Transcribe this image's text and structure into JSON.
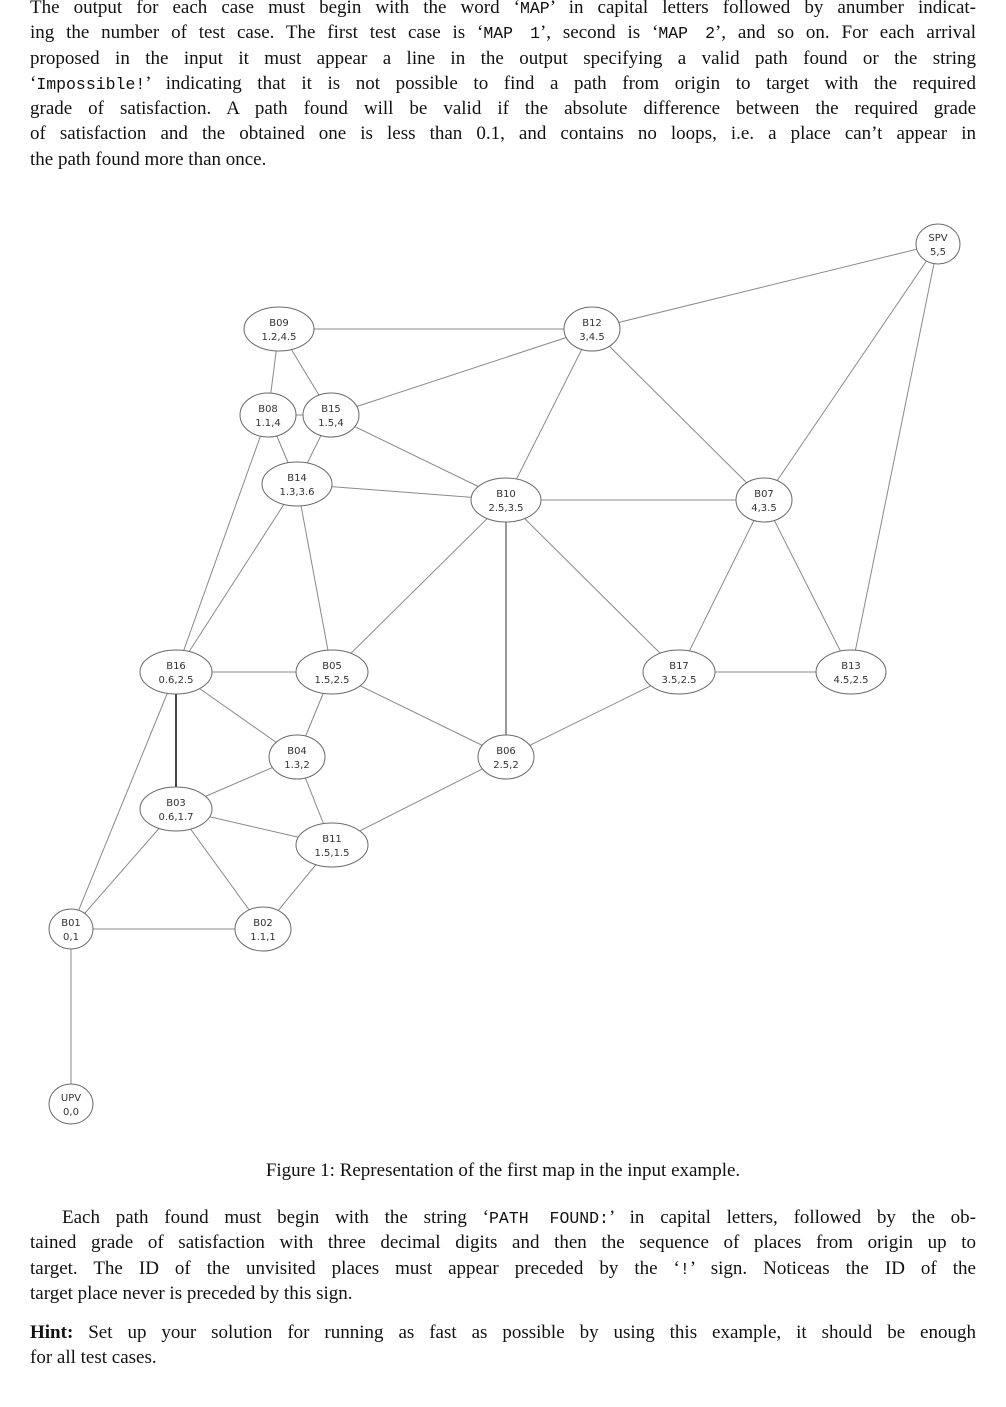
{
  "paragraph1": [
    [
      {
        "t": "The output for each case must begin with the word ‘"
      },
      {
        "t": "MAP",
        "m": true
      },
      {
        "t": "’ in capital letters followed by anumber indicat-"
      }
    ],
    [
      {
        "t": "ing the number of test case. The first test case is ‘"
      },
      {
        "t": "MAP 1",
        "m": true
      },
      {
        "t": "’, second is ‘"
      },
      {
        "t": "MAP 2",
        "m": true
      },
      {
        "t": "’, and so on. For each arrival"
      }
    ],
    [
      {
        "t": "proposed in the input it must appear a line in the output specifying a valid path found or the string"
      }
    ],
    [
      {
        "t": "‘"
      },
      {
        "t": "Impossible!",
        "m": true
      },
      {
        "t": "’ indicating that it is not possible to find a path from origin to target with the required"
      }
    ],
    [
      {
        "t": "grade of satisfaction. A path found will be valid if the absolute difference between the required grade"
      }
    ],
    [
      {
        "t": "of satisfaction and the obtained one is less than 0.1, and contains no loops, i.e. a place can’t appear in"
      }
    ],
    [
      {
        "t": "the path found more than once."
      }
    ]
  ],
  "figure": {
    "caption": "Figure 1: Representation of the first map in the input example.",
    "nodes": [
      {
        "id": "SPV",
        "label": "5,5"
      },
      {
        "id": "B09",
        "label": "1.2,4.5"
      },
      {
        "id": "B12",
        "label": "3,4.5"
      },
      {
        "id": "B08",
        "label": "1.1,4"
      },
      {
        "id": "B15",
        "label": "1.5,4"
      },
      {
        "id": "B14",
        "label": "1.3,3.6"
      },
      {
        "id": "B10",
        "label": "2.5,3.5"
      },
      {
        "id": "B07",
        "label": "4,3.5"
      },
      {
        "id": "B16",
        "label": "0.6,2.5"
      },
      {
        "id": "B05",
        "label": "1.5,2.5"
      },
      {
        "id": "B17",
        "label": "3.5,2.5"
      },
      {
        "id": "B13",
        "label": "4.5,2.5"
      },
      {
        "id": "B04",
        "label": "1.3,2"
      },
      {
        "id": "B06",
        "label": "2.5,2"
      },
      {
        "id": "B03",
        "label": "0.6,1.7"
      },
      {
        "id": "B11",
        "label": "1.5,1.5"
      },
      {
        "id": "B01",
        "label": "0,1"
      },
      {
        "id": "B02",
        "label": "1.1,1"
      },
      {
        "id": "UPV",
        "label": "0,0"
      }
    ],
    "edges": [
      [
        "SPV",
        "B12"
      ],
      [
        "SPV",
        "B07"
      ],
      [
        "SPV",
        "B13"
      ],
      [
        "B09",
        "B12"
      ],
      [
        "B09",
        "B08"
      ],
      [
        "B09",
        "B15"
      ],
      [
        "B12",
        "B15"
      ],
      [
        "B12",
        "B10"
      ],
      [
        "B12",
        "B07"
      ],
      [
        "B08",
        "B15"
      ],
      [
        "B08",
        "B14"
      ],
      [
        "B08",
        "B16"
      ],
      [
        "B15",
        "B14"
      ],
      [
        "B15",
        "B10"
      ],
      [
        "B14",
        "B10"
      ],
      [
        "B14",
        "B16"
      ],
      [
        "B14",
        "B05"
      ],
      [
        "B10",
        "B07"
      ],
      [
        "B10",
        "B05"
      ],
      [
        "B10",
        "B06"
      ],
      [
        "B10",
        "B17"
      ],
      [
        "B07",
        "B17"
      ],
      [
        "B07",
        "B13"
      ],
      [
        "B16",
        "B05"
      ],
      [
        "B16",
        "B04"
      ],
      [
        "B16",
        "B03"
      ],
      [
        "B16",
        "B01"
      ],
      [
        "B05",
        "B04"
      ],
      [
        "B05",
        "B06"
      ],
      [
        "B17",
        "B13"
      ],
      [
        "B17",
        "B06"
      ],
      [
        "B04",
        "B03"
      ],
      [
        "B04",
        "B11"
      ],
      [
        "B06",
        "B11"
      ],
      [
        "B03",
        "B11"
      ],
      [
        "B03",
        "B01"
      ],
      [
        "B03",
        "B02"
      ],
      [
        "B11",
        "B02"
      ],
      [
        "B01",
        "B02"
      ],
      [
        "B01",
        "UPV"
      ]
    ]
  },
  "paragraph2": [
    [
      {
        "t": "Each path found must begin with the string ‘"
      },
      {
        "t": "PATH FOUND:",
        "m": true
      },
      {
        "t": "’ in capital letters, followed by the ob-"
      }
    ],
    [
      {
        "t": "tained grade of satisfaction with three decimal digits and then the sequence of places from origin up to"
      }
    ],
    [
      {
        "t": "target. The ID of the unvisited places must appear preceded by the ‘"
      },
      {
        "t": "!",
        "m": true
      },
      {
        "t": "’ sign. Noticeas the ID of the"
      }
    ],
    [
      {
        "t": "target place never is preceded by this sign."
      }
    ]
  ],
  "hint": [
    [
      {
        "t": "Hint:",
        "b": true
      },
      {
        "t": " Set up your solution for running as fast as possible by using this example, it should be enough"
      }
    ],
    [
      {
        "t": "for all test cases."
      }
    ]
  ]
}
